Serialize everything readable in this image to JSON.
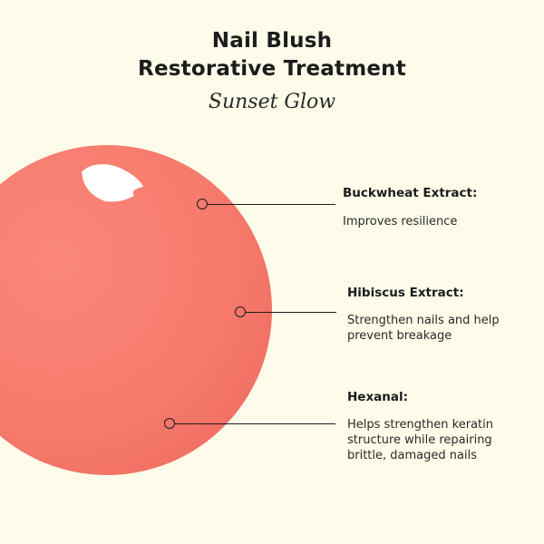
{
  "header": {
    "title_line_1": "Nail Blush",
    "title_line_2": "Restorative Treatment",
    "shade": "Sunset Glow"
  },
  "product": {
    "swatch_color": "#f77b6d",
    "highlight_color": "#ffffff"
  },
  "features": [
    {
      "name": "Buckwheat Extract:",
      "description": "Improves resilience"
    },
    {
      "name": "Hibiscus Extract:",
      "description": "Strengthen nails and help prevent breakage"
    },
    {
      "name": "Hexanal:",
      "description": "Helps strengthen keratin structure while repairing brittle, damaged nails"
    }
  ]
}
